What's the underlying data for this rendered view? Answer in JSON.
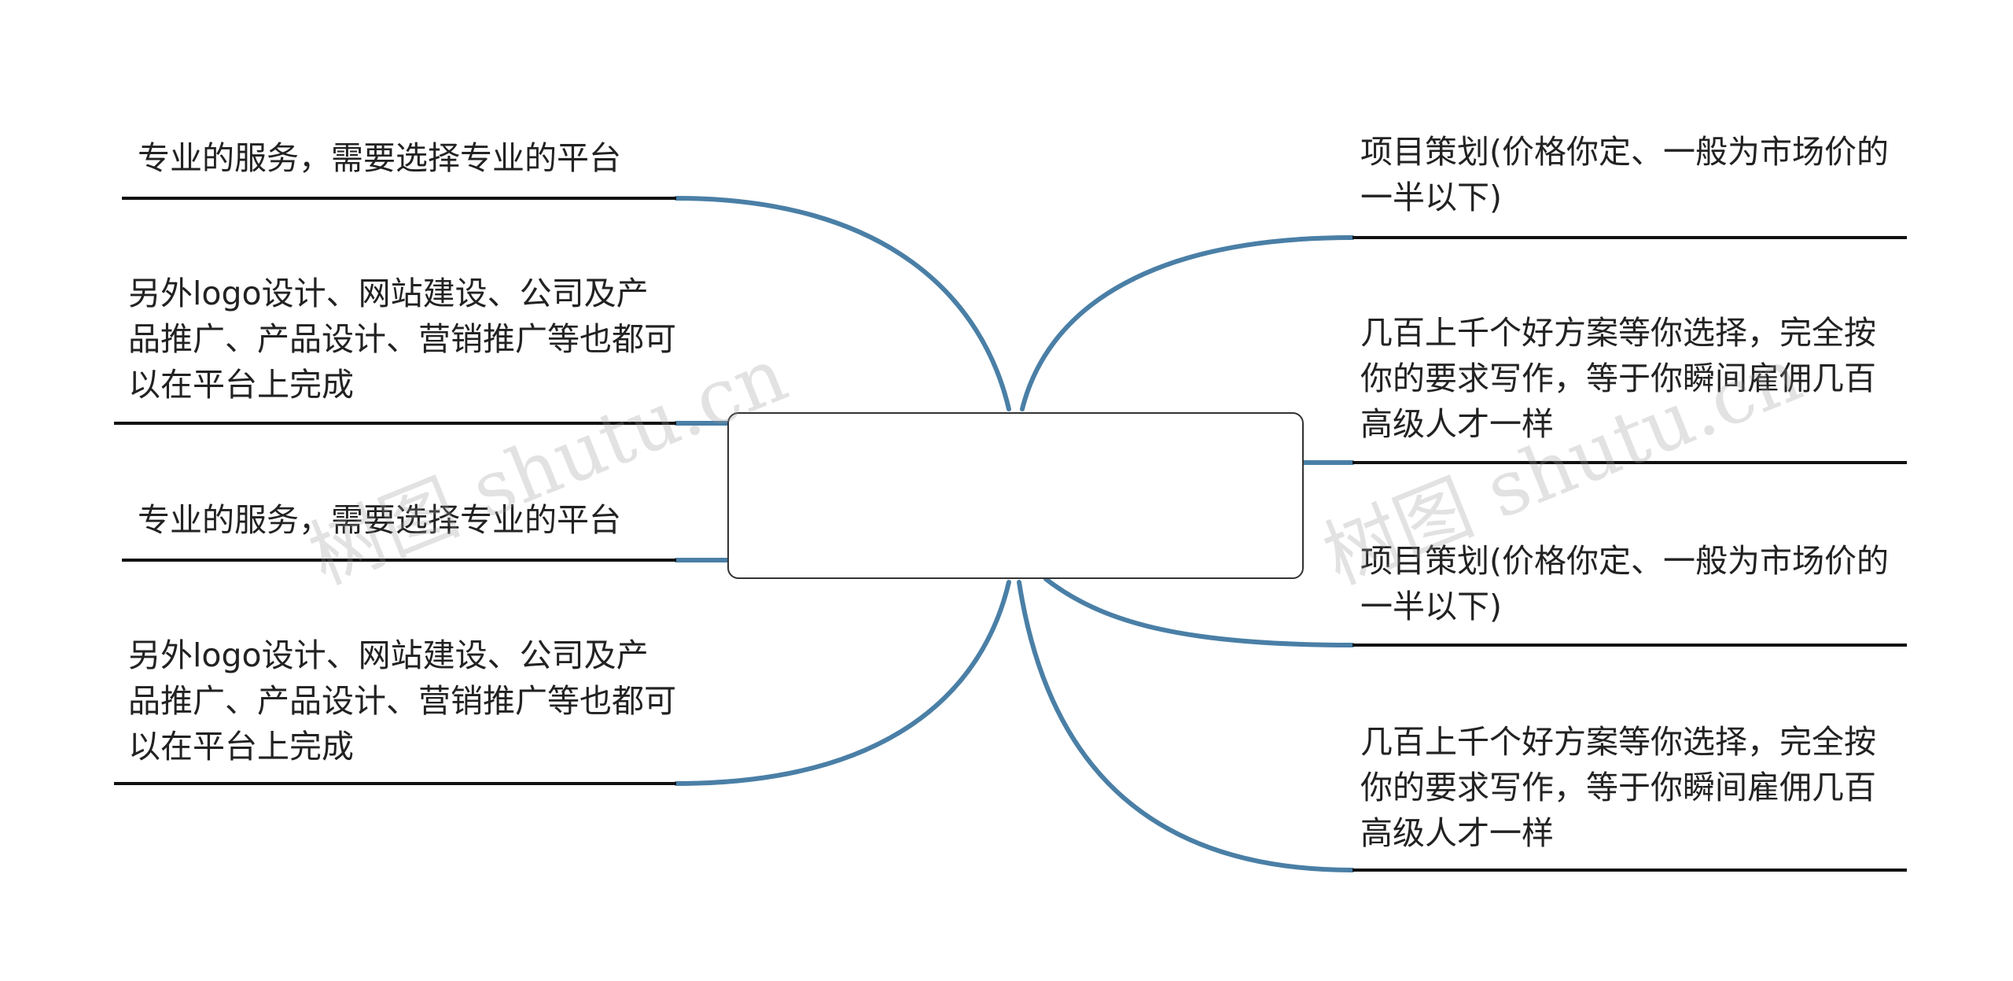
{
  "diagram": {
    "type": "mind-map",
    "center": {
      "text": ""
    },
    "left_branches": [
      {
        "text": "专业的服务，需要选择专业的平台"
      },
      {
        "text": "另外logo设计、网站建设、公司及产品推广、产品设计、营销推广等也都可以在平台上完成"
      },
      {
        "text": "专业的服务，需要选择专业的平台"
      },
      {
        "text": "另外logo设计、网站建设、公司及产品推广、产品设计、营销推广等也都可以在平台上完成"
      }
    ],
    "right_branches": [
      {
        "text": "项目策划(价格你定、一般为市场价的一半以下)"
      },
      {
        "text": "几百上千个好方案等你选择，完全按你的要求写作，等于你瞬间雇佣几百高级人才一样"
      },
      {
        "text": "项目策划(价格你定、一般为市场价的一半以下)"
      },
      {
        "text": "几百上千个好方案等你选择，完全按你的要求写作，等于你瞬间雇佣几百高级人才一样"
      }
    ]
  },
  "watermark": {
    "text": "树图 shutu.cn"
  },
  "colors": {
    "connector": "#4A7FA6",
    "underline": "#111111",
    "text": "#222222",
    "box_border": "#333333"
  }
}
